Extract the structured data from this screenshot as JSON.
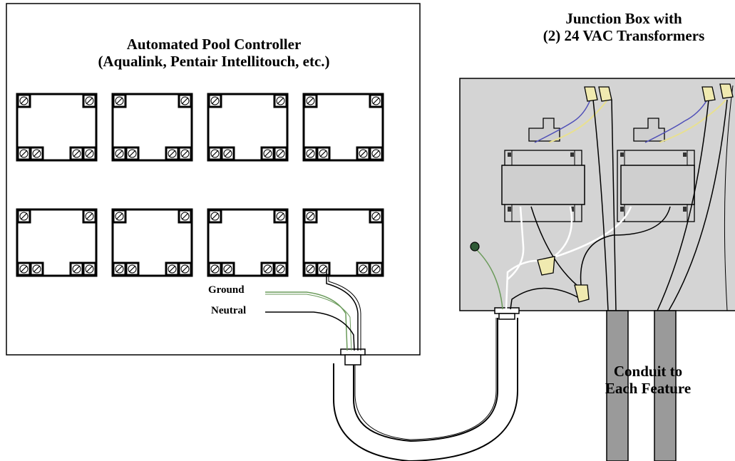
{
  "controller": {
    "title_line1": "Automated Pool Controller",
    "title_line2": "(Aqualink, Pentair Intellitouch, etc.)",
    "relay_count": 8
  },
  "junction_box": {
    "title_line1": "Junction Box with",
    "title_line2": "(2) 24 VAC Transformers"
  },
  "wires": {
    "ground_label": "Ground",
    "neutral_label": "Neutral"
  },
  "conduit": {
    "label_line1": "Conduit to",
    "label_line2": "Each Feature"
  },
  "colors": {
    "box_fill": "#d4d4d4",
    "conduit_fill": "#9a9a9a",
    "ground_wire": "#6a9a5a",
    "blue_wire": "#5050b8",
    "yellow_wire": "#e8e090",
    "nut_fill": "#f0eab0",
    "ground_screw": "#2f5a36"
  }
}
